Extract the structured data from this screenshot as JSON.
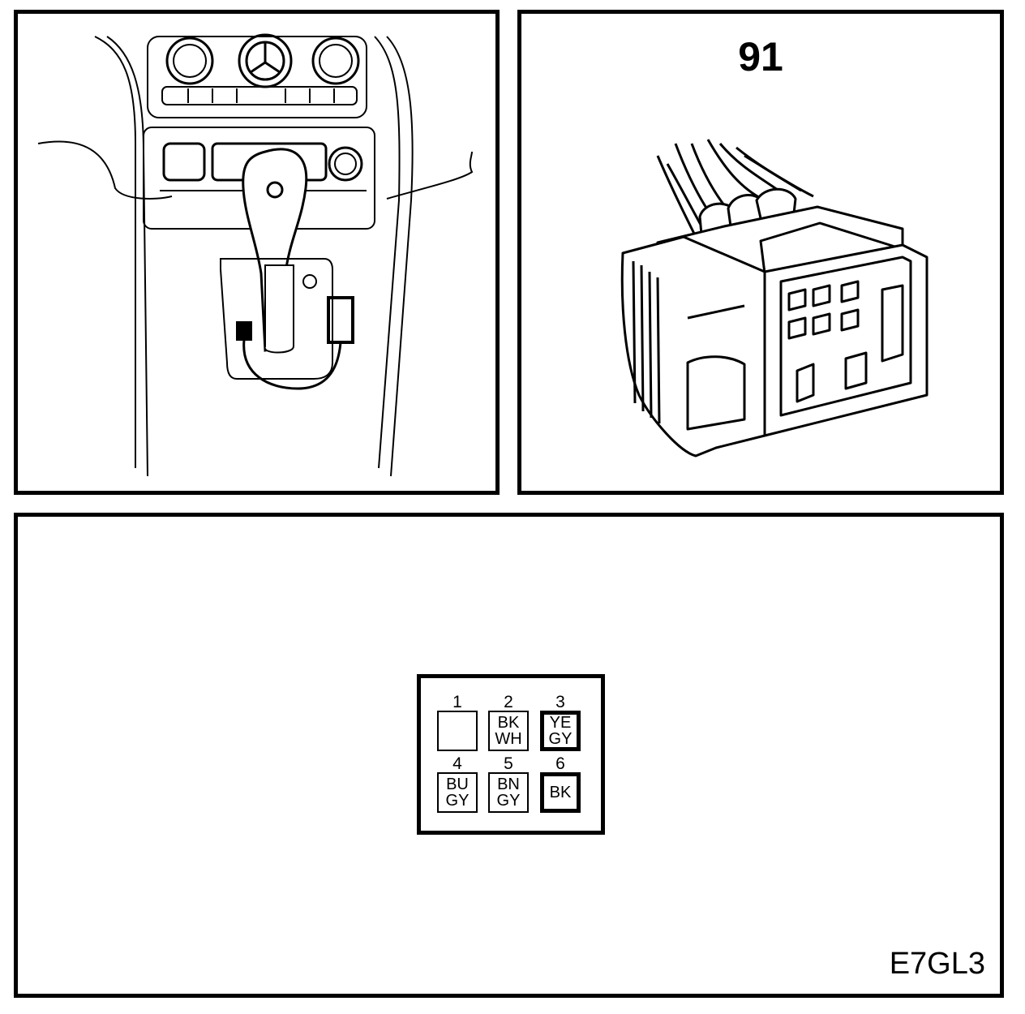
{
  "connector": {
    "number": "91",
    "figure_code": "E7GL3"
  },
  "pinout": {
    "pins": [
      {
        "number": "1",
        "colors": [
          "",
          ""
        ]
      },
      {
        "number": "2",
        "colors": [
          "BK",
          "WH"
        ]
      },
      {
        "number": "3",
        "colors": [
          "YE",
          "GY"
        ]
      },
      {
        "number": "4",
        "colors": [
          "BU",
          "GY"
        ]
      },
      {
        "number": "5",
        "colors": [
          "BN",
          "GY"
        ]
      },
      {
        "number": "6",
        "colors": [
          "BK",
          ""
        ]
      }
    ]
  }
}
